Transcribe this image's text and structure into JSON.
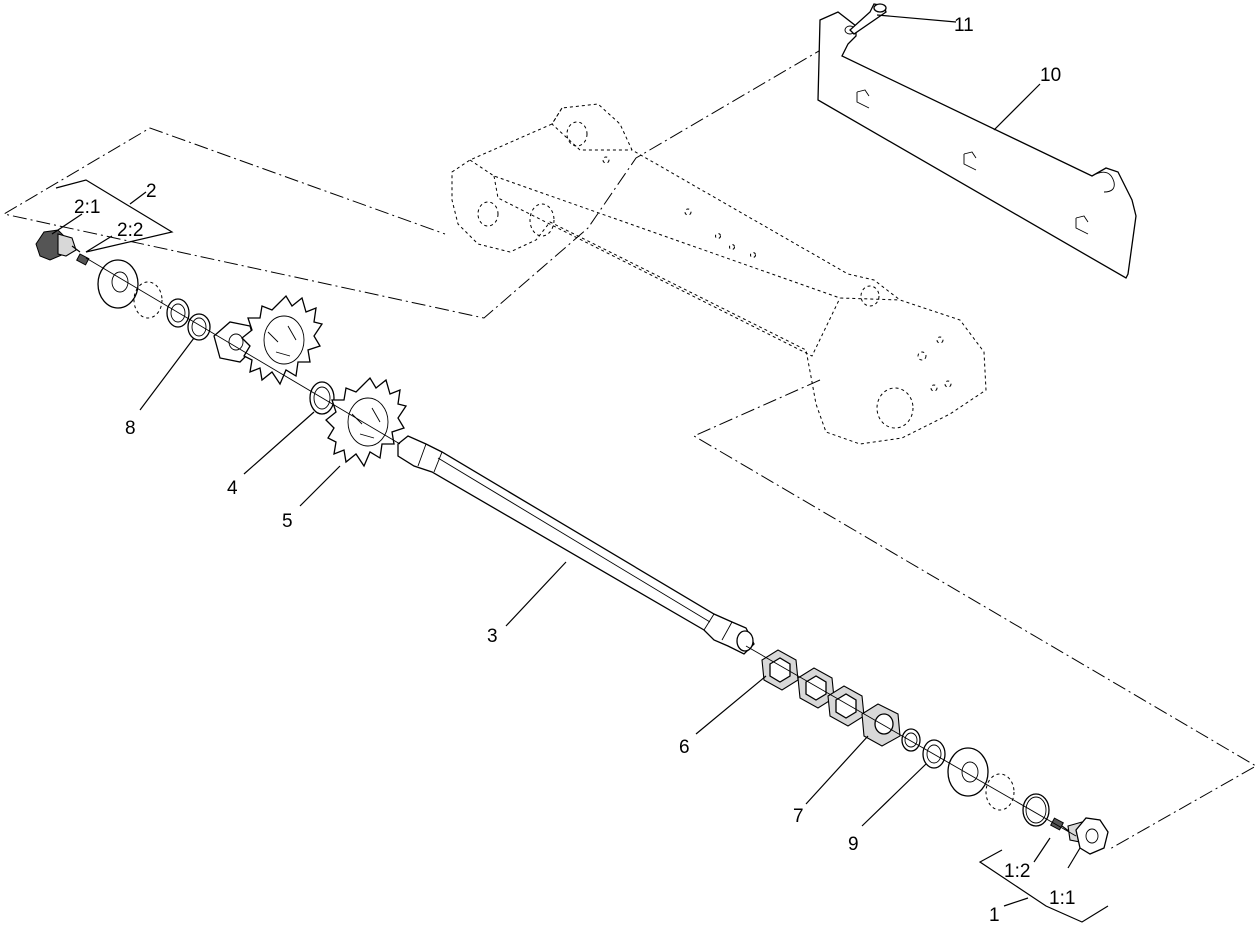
{
  "callouts": {
    "c1": "1",
    "c1_1": "1:1",
    "c1_2": "1:2",
    "c2": "2",
    "c2_1": "2:1",
    "c2_2": "2:2",
    "c3": "3",
    "c4": "4",
    "c5": "5",
    "c6": "6",
    "c7": "7",
    "c8": "8",
    "c9": "9",
    "c10": "10",
    "c11": "11"
  }
}
